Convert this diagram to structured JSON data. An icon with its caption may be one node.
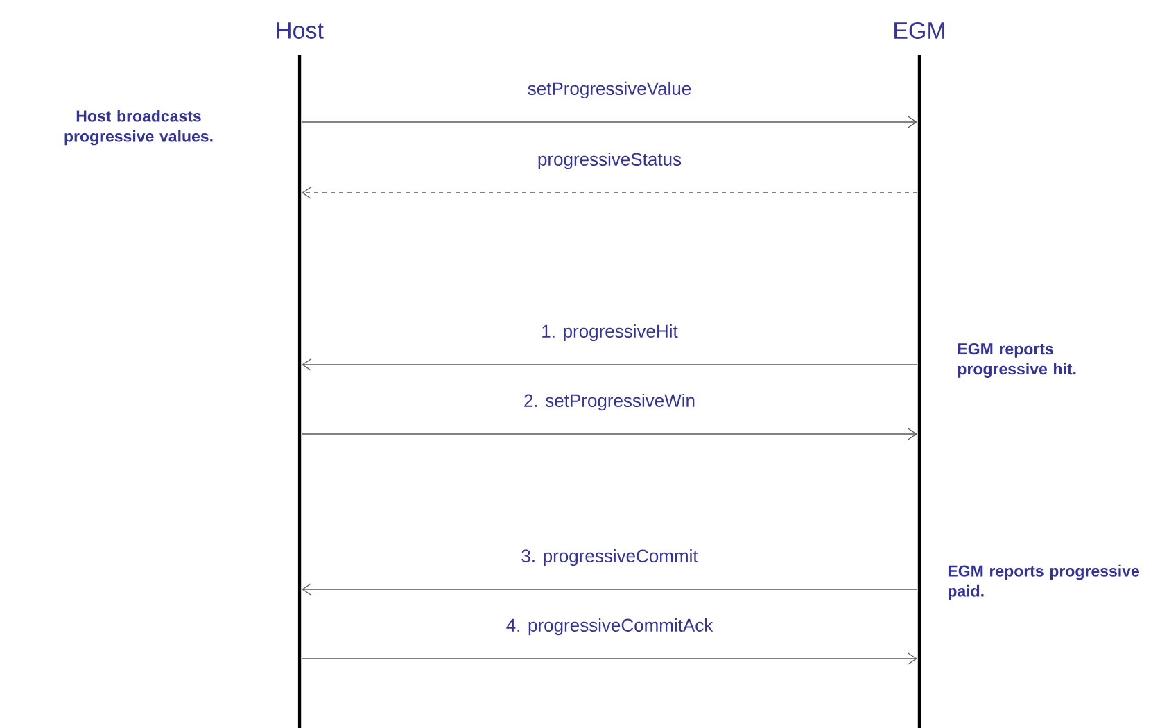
{
  "diagram": {
    "nodes": [
      {
        "text": [
          "Host"
        ]
      },
      {
        "text": [
          "EGM"
        ]
      }
    ],
    "edges": [
      {
        "from": 0,
        "to": 1,
        "arrow": "to",
        "label": "setProgressiveValue"
      },
      {
        "from": 1,
        "to": 0,
        "arrow": "to",
        "label": "progressiveStatus",
        "style": "dashed"
      },
      {
        "from": 1,
        "to": 0,
        "arrow": "to",
        "label": "1. progressiveHit"
      },
      {
        "from": 0,
        "to": 1,
        "arrow": "to",
        "label": "2. setProgressiveWin"
      },
      {
        "from": 1,
        "to": 0,
        "arrow": "to",
        "label": "3. progressiveCommit"
      },
      {
        "from": 0,
        "to": 1,
        "arrow": "to",
        "label": "4. progressiveCommitAck"
      }
    ],
    "labels": [
      "Host broadcasts progressive values.",
      "EGM reports progressive hit.",
      "EGM reports progressive paid."
    ]
  }
}
